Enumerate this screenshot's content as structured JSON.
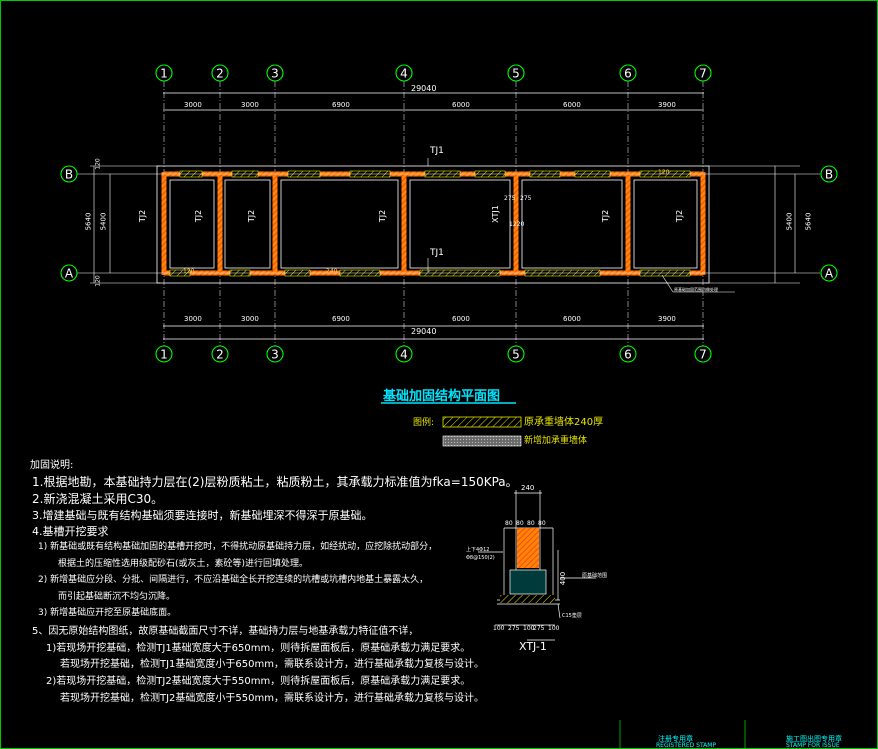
{
  "drawing": {
    "title": "基础加固结构平面图",
    "axes_top": [
      "1",
      "2",
      "3",
      "4",
      "5",
      "6",
      "7"
    ],
    "row_axes": [
      "B",
      "A"
    ],
    "total_dim": "29040",
    "dims": [
      "3000",
      "3000",
      "6900",
      "6000",
      "6000",
      "3900"
    ],
    "dims_bottom": [
      "3000",
      "3000",
      "6900",
      "6000",
      "6000",
      "3900"
    ],
    "side_dim": "5400",
    "side_dim_inner": "5640",
    "side_small": [
      "120",
      "120"
    ],
    "beam_labels": {
      "tj1_top": "TJ1",
      "tj1_mid": "TJ1",
      "tj2": "TJ2",
      "xtj1": "XTJ1"
    },
    "inner_dims": {
      "a": "275",
      "b": "275",
      "c": "1220"
    },
    "small_labels": {
      "s1": "120",
      "s2": "240",
      "s3": "120"
    },
    "callout": "原基础加固范围内做处理"
  },
  "legend": {
    "label": "图例:",
    "item1": "原承重墙体240厚",
    "item2": "新增加承重墙体"
  },
  "notes": {
    "heading": "加固说明:",
    "lines": [
      "1.根据地勘，本基础持力层在(2)层粉质粘土，粘质粉土，其承载力标准值为fka=150KPa。",
      "2.新浇混凝土采用C30。",
      "3.增建基础与既有结构基础须要连接时，新基础埋深不得深于原基础。",
      "4.基槽开挖要求",
      "1) 新基础或既有结构基础加固的基槽开挖时，不得扰动原基础持力层，如经扰动，应挖除扰动部分，",
      "根据土的压缩性选用级配砂石(或灰土，素砼等)进行回填处理。",
      "2) 新增基础应分段、分批、间隔进行，不应沿基础全长开挖连续的坑槽或坑槽内地基土暴露太久，",
      "而引起基础断沉不均匀沉降。",
      "3) 新增基础应开挖至原基础底面。",
      "5、因无原始结构图纸，故原基础截面尺寸不详，基础持力层与地基承载力特征值不详，",
      "1)若现场开挖基础，检测TJ1基础宽度大于650mm，则待拆屋面板后，原基础承载力满足要求。",
      "若现场开挖基础，检测TJ1基础宽度小于650mm，需联系设计方，进行基础承载力复核与设计。",
      "2)若现场开挖基础，检测TJ2基础宽度大于550mm，则待拆屋面板后，原基础承载力满足要求。",
      "若现场开挖基础，检测TJ2基础宽度小于550mm，需联系设计方，进行基础承载力复核与设计。"
    ]
  },
  "section": {
    "title": "XTJ-1",
    "top_dim": "240",
    "side_dims": [
      "80",
      "80",
      "80",
      "80"
    ],
    "rebar_label_1": "上下4Φ12",
    "rebar_label_2": "Φ8@150(2)",
    "height_dim": "400",
    "note_right": "原基础范围",
    "base_label": "C15垫层",
    "bottom_dims": [
      "100",
      "275",
      "100",
      "275",
      "100"
    ]
  },
  "stamps": {
    "left_cn": "注册专用章",
    "left_en": "REGISTERED STAMP",
    "right_cn": "施工图出图专用章",
    "right_en": "STAMP FOR ISSUE"
  },
  "colors": {
    "frame": "#00c800",
    "axis_bubble": "#00ff00",
    "dim_line": "#ffffff",
    "wall_fill": "#ff8800",
    "hatch_red": "#ff2020",
    "title": "#00e5ff"
  }
}
